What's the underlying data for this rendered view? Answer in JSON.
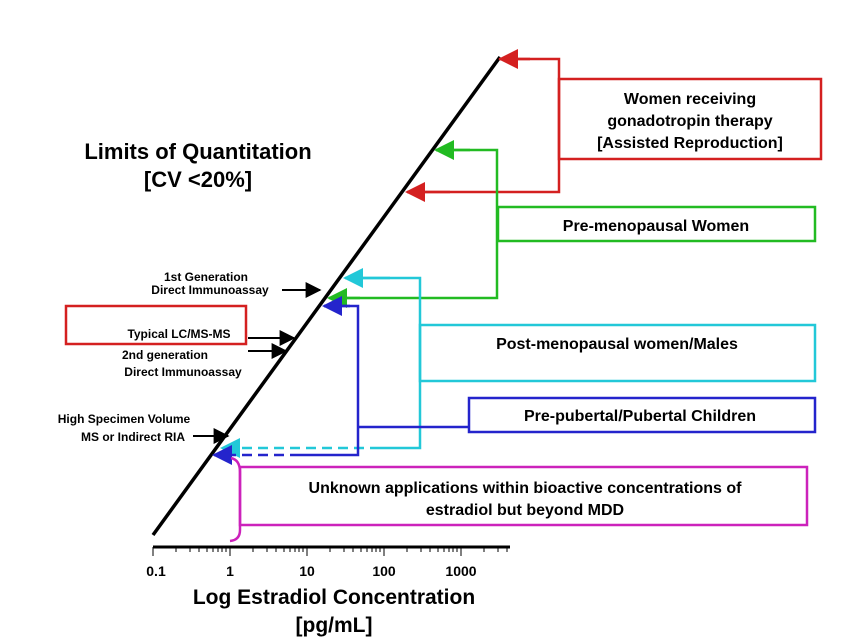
{
  "title": {
    "line1": "Limits of Quantitation",
    "line2": "[CV <20%]"
  },
  "axis": {
    "scale": "log",
    "ticks": [
      "0.1",
      "1",
      "10",
      "100",
      "1000"
    ],
    "title_line1": "Log Estradiol Concentration",
    "title_line2": "[pg/mL]"
  },
  "methods": {
    "first_generation_line1": "1st Generation",
    "first_generation_line2": "Direct Immunoassay",
    "lcms": "Typical LC/MS-MS",
    "second_generation_line1": "2nd generation",
    "second_generation_line2": "Direct Immunoassay",
    "high_volume_line1": "High Specimen Volume",
    "high_volume_line2": "MS or Indirect RIA"
  },
  "groups": {
    "gonadotropin_line1": "Women receiving",
    "gonadotropin_line2": "gonadotropin therapy",
    "gonadotropin_line3": "[Assisted Reproduction]",
    "premenopausal": "Pre-menopausal Women",
    "postmenopausal": "Post-menopausal women/Males",
    "pubertal": "Pre-pubertal/Pubertal Children",
    "unknown_line1": "Unknown applications within bioactive concentrations of",
    "unknown_line2": "estradiol but beyond MDD"
  },
  "colors": {
    "red": "#d42020",
    "green": "#22bb22",
    "cyan": "#22c8d8",
    "blue": "#2424cc",
    "magenta": "#cc22bb",
    "black": "#000000"
  }
}
